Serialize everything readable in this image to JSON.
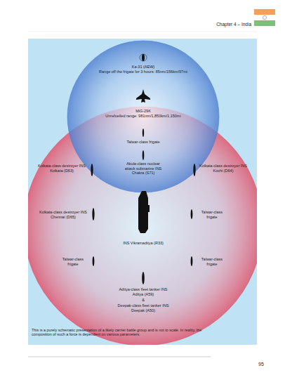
{
  "diagram": {
    "caption": "This is a purely schematic presentation of a likely carrier battle group and is not to scale. In reality, the composition of such a force is dependent on various parameters.",
    "labels": [
      "Chapter 4 – India",
      "Ka-31 (AEW)",
      "Range off the frigate for 3 hours: 85nm/156km/97mi",
      "MiG-29K",
      "Unrefuelled range: 981nm/1,850km/1,150mi",
      "Talwar-class frigate",
      "Akula-class nuclear attack submarine INS Chakra (S71)",
      "Kolkata-class destroyer INS Kolkata (D63)",
      "Kolkata-class destroyer INS Kochi (D64)",
      "Kolkata-class destroyer INS Chennai (D65)",
      "Talwar-class frigate",
      "INS Vikramaditya (R33)",
      "Talwar-class frigate",
      "Talwar-class frigate",
      "Aditya-class fleet tanker INS Aditya (A59)",
      "&",
      "Deepak-class fleet tanker INS Deepak (A50)",
      "95"
    ]
  }
}
